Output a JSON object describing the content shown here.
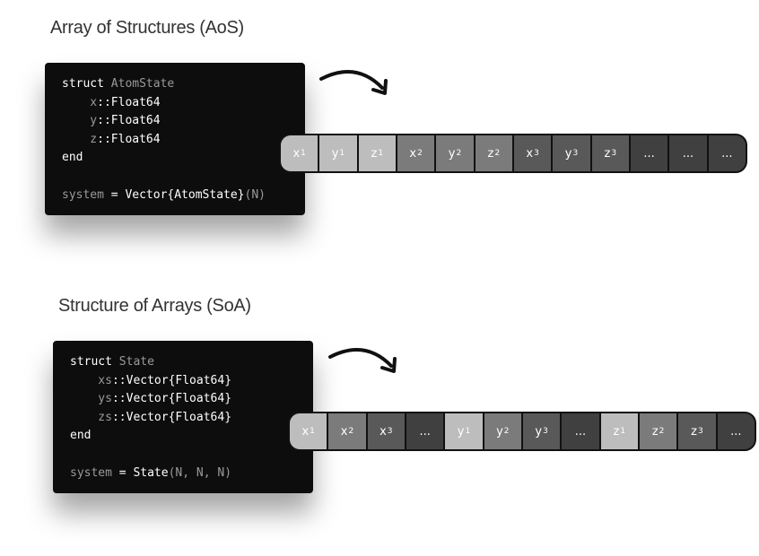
{
  "aos": {
    "title": "Array of Structures (AoS)",
    "code": [
      [
        {
          "t": "struct ",
          "c": "w"
        },
        {
          "t": "AtomState",
          "c": "g"
        }
      ],
      [
        {
          "t": "    x",
          "c": "g"
        },
        {
          "t": "::Float64",
          "c": "w"
        }
      ],
      [
        {
          "t": "    y",
          "c": "g"
        },
        {
          "t": "::Float64",
          "c": "w"
        }
      ],
      [
        {
          "t": "    z",
          "c": "g"
        },
        {
          "t": "::Float64",
          "c": "w"
        }
      ],
      [
        {
          "t": "end",
          "c": "w"
        }
      ],
      [],
      [
        {
          "t": "system",
          "c": "g"
        },
        {
          "t": " = Vector{AtomState}",
          "c": "w"
        },
        {
          "t": "(N)",
          "c": "g"
        }
      ]
    ],
    "cells": [
      {
        "v": "x",
        "s": "1",
        "shade": "light"
      },
      {
        "v": "y",
        "s": "1",
        "shade": "light"
      },
      {
        "v": "z",
        "s": "1",
        "shade": "light"
      },
      {
        "v": "x",
        "s": "2",
        "shade": "mid"
      },
      {
        "v": "y",
        "s": "2",
        "shade": "mid"
      },
      {
        "v": "z",
        "s": "2",
        "shade": "mid"
      },
      {
        "v": "x",
        "s": "3",
        "shade": "dark"
      },
      {
        "v": "y",
        "s": "3",
        "shade": "dark"
      },
      {
        "v": "z",
        "s": "3",
        "shade": "dark"
      },
      {
        "v": "...",
        "s": "",
        "shade": "darker"
      },
      {
        "v": "...",
        "s": "",
        "shade": "darker"
      },
      {
        "v": "...",
        "s": "",
        "shade": "darker"
      }
    ]
  },
  "soa": {
    "title": "Structure of Arrays (SoA)",
    "code": [
      [
        {
          "t": "struct ",
          "c": "w"
        },
        {
          "t": "State",
          "c": "g"
        }
      ],
      [
        {
          "t": "    xs",
          "c": "g"
        },
        {
          "t": "::Vector{Float64}",
          "c": "w"
        }
      ],
      [
        {
          "t": "    ys",
          "c": "g"
        },
        {
          "t": "::Vector{Float64}",
          "c": "w"
        }
      ],
      [
        {
          "t": "    zs",
          "c": "g"
        },
        {
          "t": "::Vector{Float64}",
          "c": "w"
        }
      ],
      [
        {
          "t": "end",
          "c": "w"
        }
      ],
      [],
      [
        {
          "t": "system",
          "c": "g"
        },
        {
          "t": " = State",
          "c": "w"
        },
        {
          "t": "(N, N, N)",
          "c": "g"
        }
      ]
    ],
    "cells": [
      {
        "v": "x",
        "s": "1",
        "shade": "light"
      },
      {
        "v": "x",
        "s": "2",
        "shade": "mid"
      },
      {
        "v": "x",
        "s": "3",
        "shade": "dark"
      },
      {
        "v": "...",
        "s": "",
        "shade": "darker"
      },
      {
        "v": "y",
        "s": "1",
        "shade": "light"
      },
      {
        "v": "y",
        "s": "2",
        "shade": "mid"
      },
      {
        "v": "y",
        "s": "3",
        "shade": "dark"
      },
      {
        "v": "...",
        "s": "",
        "shade": "darker"
      },
      {
        "v": "z",
        "s": "1",
        "shade": "light"
      },
      {
        "v": "z",
        "s": "2",
        "shade": "mid"
      },
      {
        "v": "z",
        "s": "3",
        "shade": "dark"
      },
      {
        "v": "...",
        "s": "",
        "shade": "darker"
      }
    ]
  }
}
